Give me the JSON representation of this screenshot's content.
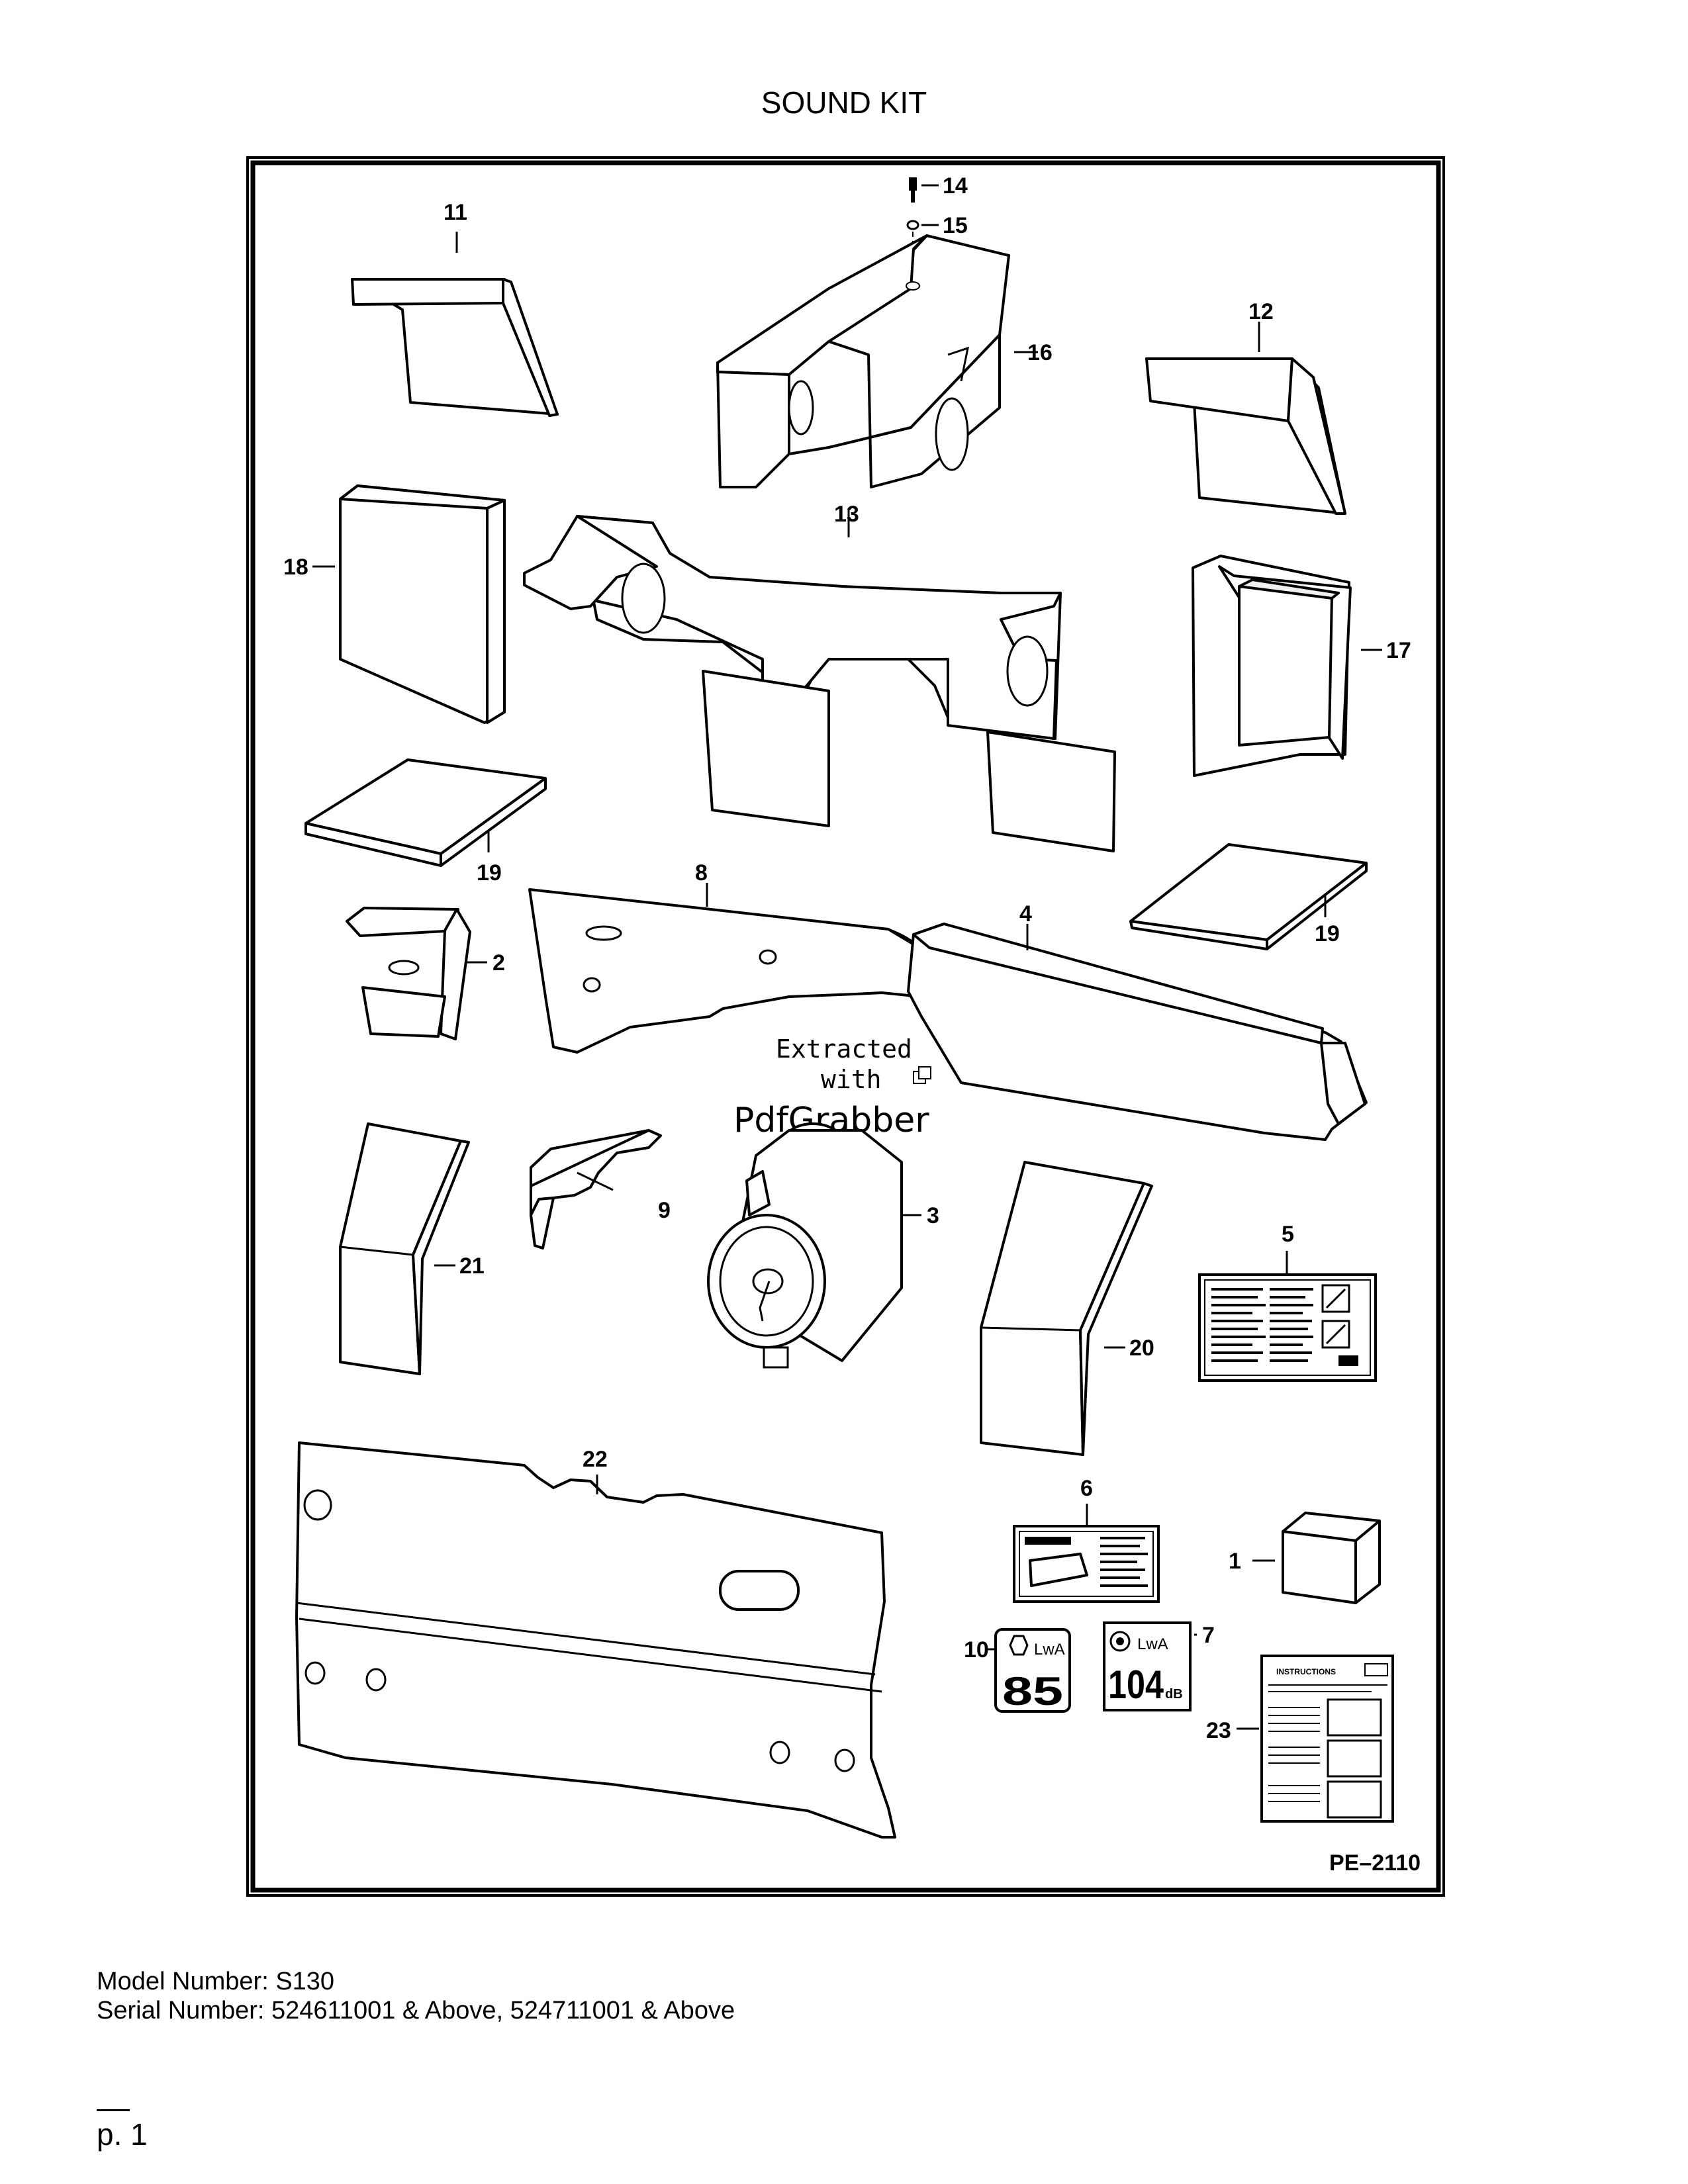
{
  "title": "SOUND KIT",
  "diagram": {
    "reference_code": "PE–2110",
    "callouts": [
      "1",
      "2",
      "3",
      "4",
      "5",
      "6",
      "7",
      "8",
      "9",
      "10",
      "11",
      "12",
      "13",
      "14",
      "15",
      "16",
      "17",
      "18",
      "19",
      "20",
      "21",
      "22",
      "23"
    ],
    "label_text": {
      "instructions": "INSTRUCTIONS",
      "lwa": "LwA",
      "decal_10_value": "85",
      "decal_7_value": "104",
      "decal_7_unit": "dB"
    },
    "watermark": {
      "line1": "Extracted",
      "line2": "with",
      "brand": "PdfGrabber"
    }
  },
  "footer": {
    "model_line": "Model Number: S130",
    "serial_line": "Serial Number: 524611001 & Above, 524711001 & Above",
    "page_label": "p. 1"
  }
}
